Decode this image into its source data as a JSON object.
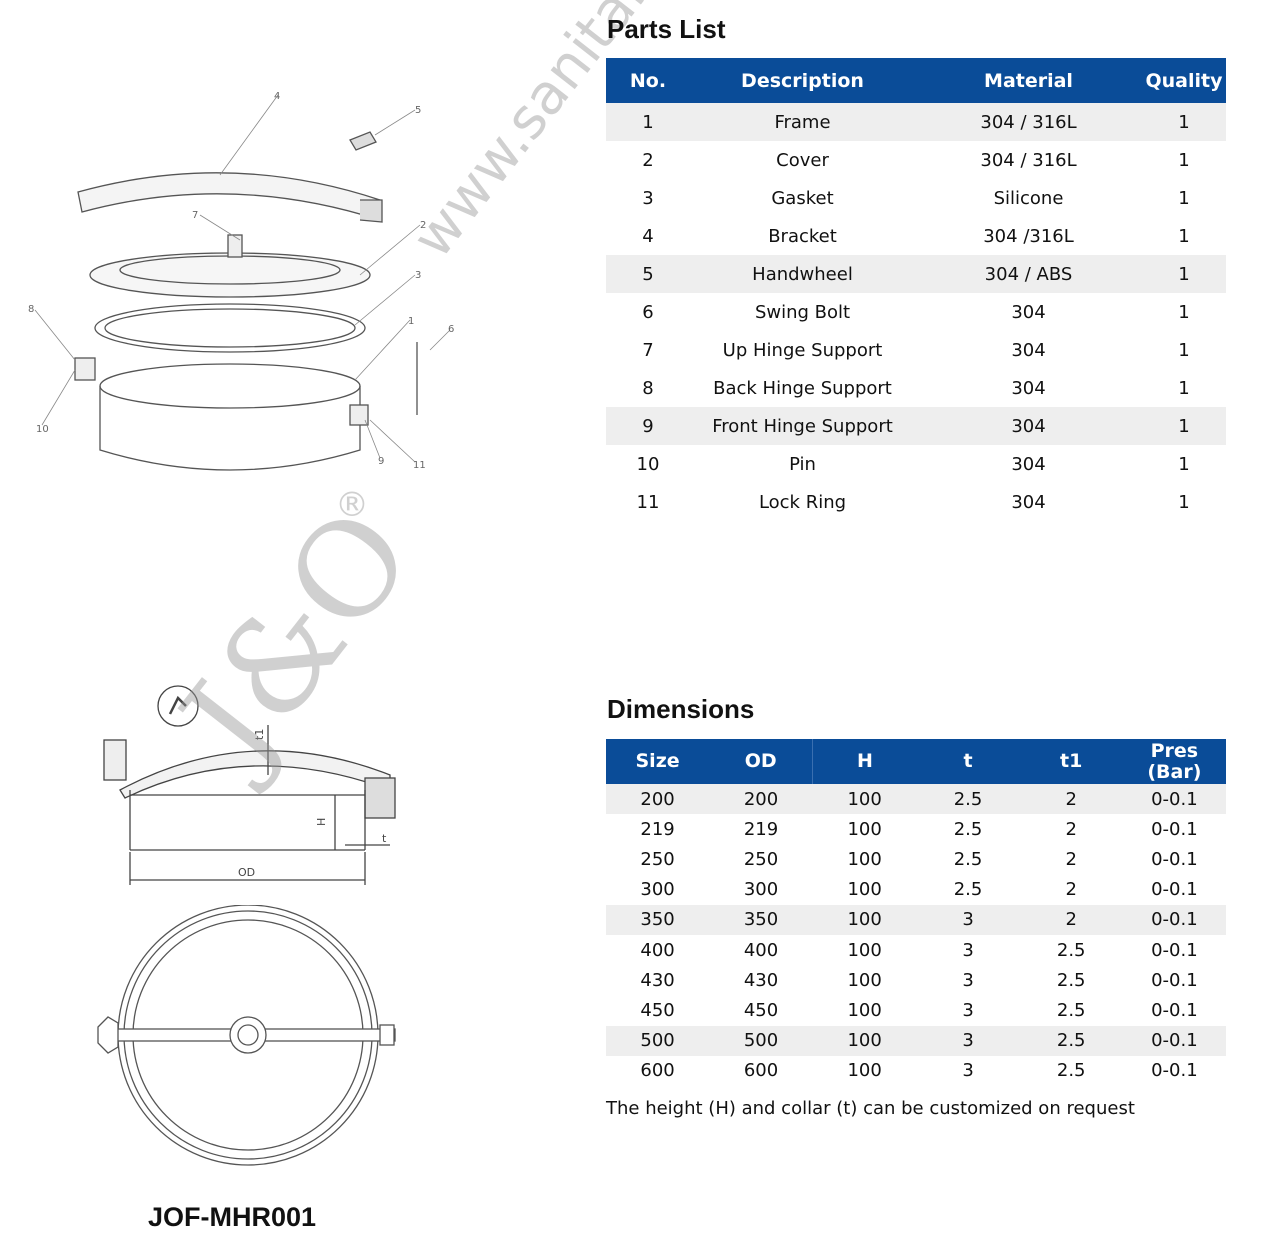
{
  "parts_list": {
    "title": "Parts List",
    "headers": [
      "No.",
      "Description",
      "Material",
      "Quality"
    ],
    "rows": [
      [
        "1",
        "Frame",
        "304 / 316L",
        "1"
      ],
      [
        "2",
        "Cover",
        "304 / 316L",
        "1"
      ],
      [
        "3",
        "Gasket",
        "Silicone",
        "1"
      ],
      [
        "4",
        "Bracket",
        "304 /316L",
        "1"
      ],
      [
        "5",
        "Handwheel",
        "304 / ABS",
        "1"
      ],
      [
        "6",
        "Swing Bolt",
        "304",
        "1"
      ],
      [
        "7",
        "Up Hinge Support",
        "304",
        "1"
      ],
      [
        "8",
        "Back Hinge Support",
        "304",
        "1"
      ],
      [
        "9",
        "Front Hinge Support",
        "304",
        "1"
      ],
      [
        "10",
        "Pin",
        "304",
        "1"
      ],
      [
        "11",
        "Lock Ring",
        "304",
        "1"
      ]
    ]
  },
  "dimensions": {
    "title": "Dimensions",
    "headers": [
      "Size",
      "OD",
      "H",
      "t",
      "t1",
      "Pres (Bar)"
    ],
    "rows": [
      [
        "200",
        "200",
        "100",
        "2.5",
        "2",
        "0-0.1"
      ],
      [
        "219",
        "219",
        "100",
        "2.5",
        "2",
        "0-0.1"
      ],
      [
        "250",
        "250",
        "100",
        "2.5",
        "2",
        "0-0.1"
      ],
      [
        "300",
        "300",
        "100",
        "2.5",
        "2",
        "0-0.1"
      ],
      [
        "350",
        "350",
        "100",
        "3",
        "2",
        "0-0.1"
      ],
      [
        "400",
        "400",
        "100",
        "3",
        "2.5",
        "0-0.1"
      ],
      [
        "430",
        "430",
        "100",
        "3",
        "2.5",
        "0-0.1"
      ],
      [
        "450",
        "450",
        "100",
        "3",
        "2.5",
        "0-0.1"
      ],
      [
        "500",
        "500",
        "100",
        "3",
        "2.5",
        "0-0.1"
      ],
      [
        "600",
        "600",
        "100",
        "3",
        "2.5",
        "0-0.1"
      ]
    ],
    "note": "The height (H) and collar (t) can be customized on request"
  },
  "drawing": {
    "labels": {
      "od": "OD",
      "h": "H",
      "t": "t",
      "t1": "t1"
    },
    "callouts": [
      "1",
      "2",
      "3",
      "4",
      "5",
      "6",
      "7",
      "8",
      "9",
      "10",
      "11"
    ]
  },
  "model": "JOF-MHR001",
  "watermark": {
    "url": "www.sanitary-valves.com",
    "logo": "J&O",
    "reg": "®"
  },
  "colors": {
    "header": "#0a4c98",
    "shade": "#eeeeee"
  }
}
